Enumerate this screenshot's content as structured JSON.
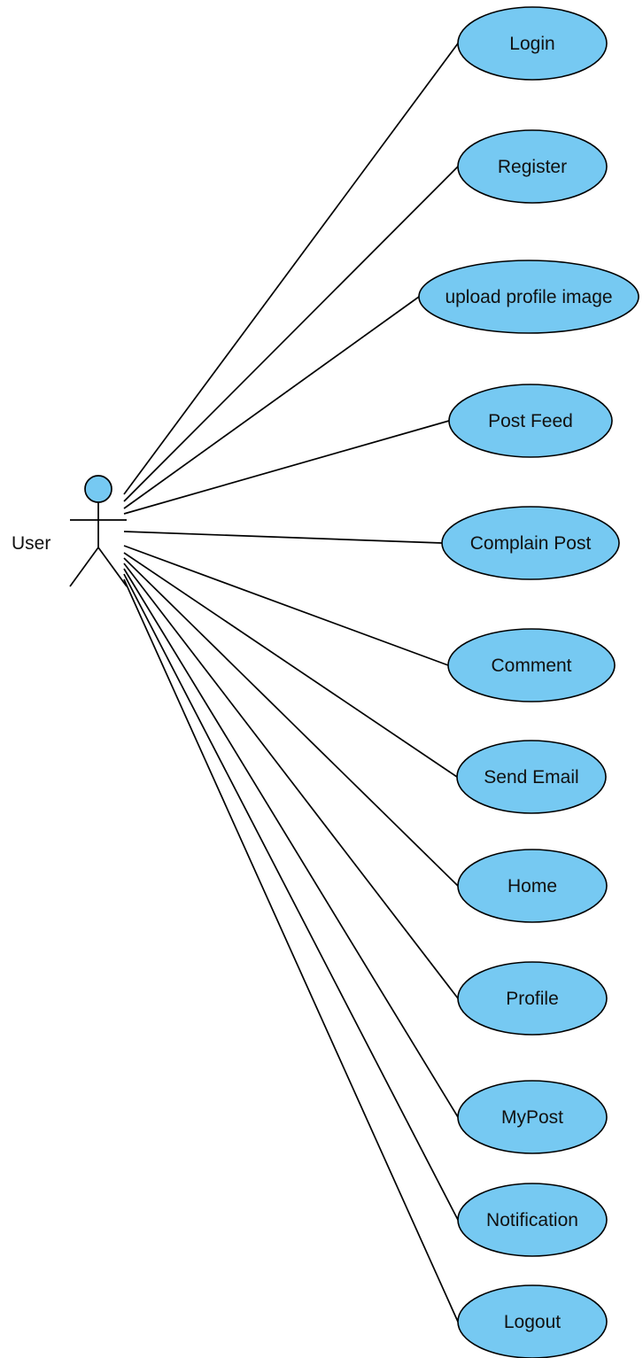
{
  "actor": {
    "label": "User"
  },
  "use_cases": [
    {
      "label": "Login"
    },
    {
      "label": "Register"
    },
    {
      "label": "upload profile image"
    },
    {
      "label": "Post Feed"
    },
    {
      "label": "Complain Post"
    },
    {
      "label": "Comment"
    },
    {
      "label": "Send Email"
    },
    {
      "label": "Home"
    },
    {
      "label": "Profile"
    },
    {
      "label": "MyPost"
    },
    {
      "label": "Notification"
    },
    {
      "label": "Logout"
    }
  ],
  "colors": {
    "use_case_fill": "#76C9F2",
    "stroke": "#000000"
  }
}
